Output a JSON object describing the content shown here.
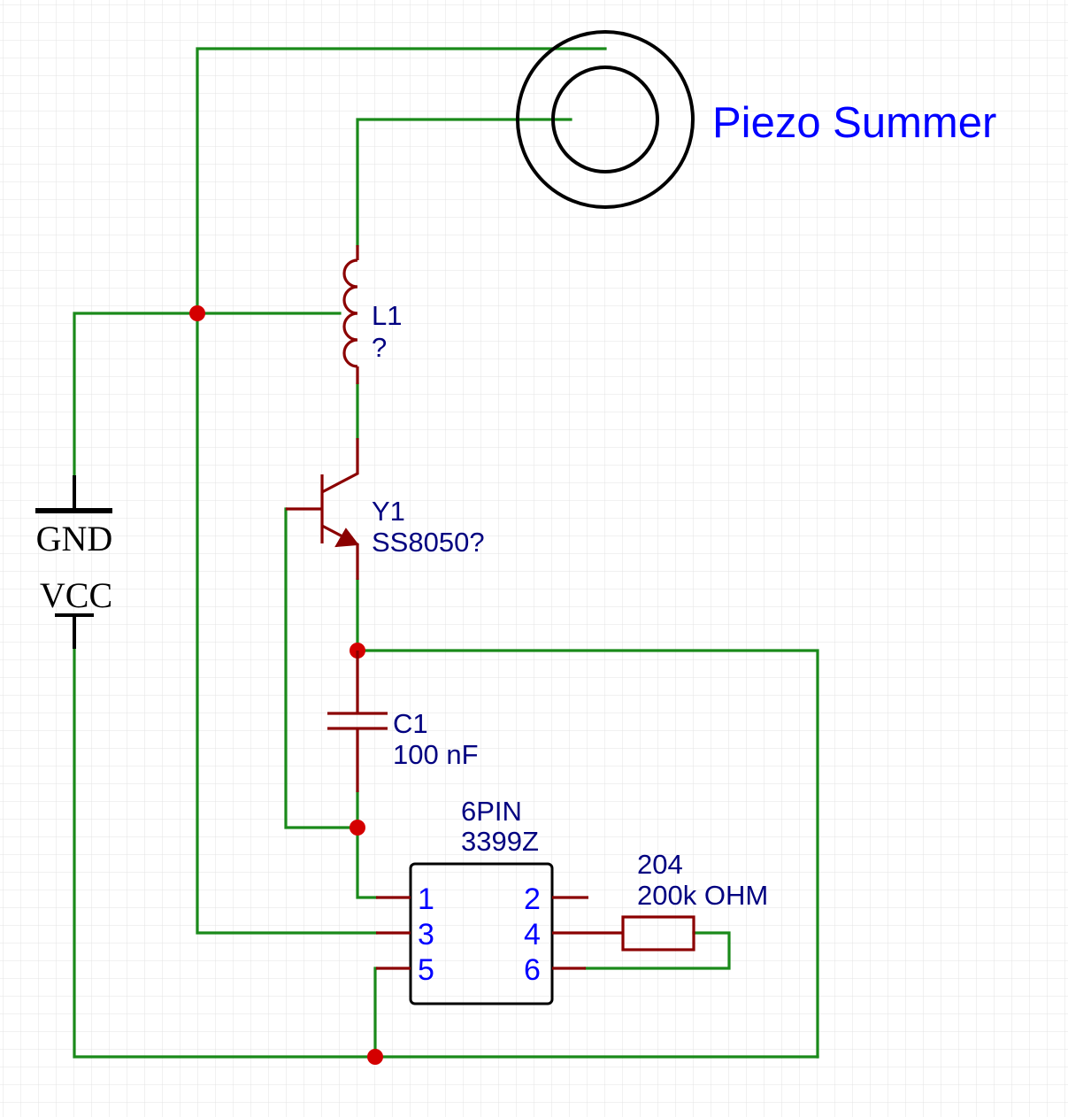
{
  "components": {
    "piezo": {
      "label": "Piezo Summer"
    },
    "inductor": {
      "ref": "L1",
      "value": "?"
    },
    "transistor": {
      "ref": "Y1",
      "value": "SS8050?"
    },
    "capacitor": {
      "ref": "C1",
      "value": "100 nF"
    },
    "ic": {
      "ref": "6PIN",
      "value": "3399Z",
      "pins": [
        "1",
        "2",
        "3",
        "4",
        "5",
        "6"
      ]
    },
    "resistor": {
      "ref": "204",
      "value": "200k OHM"
    }
  },
  "power": {
    "gnd_label": "GND",
    "vcc_label": "VCC"
  },
  "colors": {
    "wire": "#1a8a1a",
    "component": "#8b0000",
    "junction": "#d40000",
    "label": "#000080",
    "pin_label": "#0000ff",
    "grid": "#e3e3e3"
  }
}
